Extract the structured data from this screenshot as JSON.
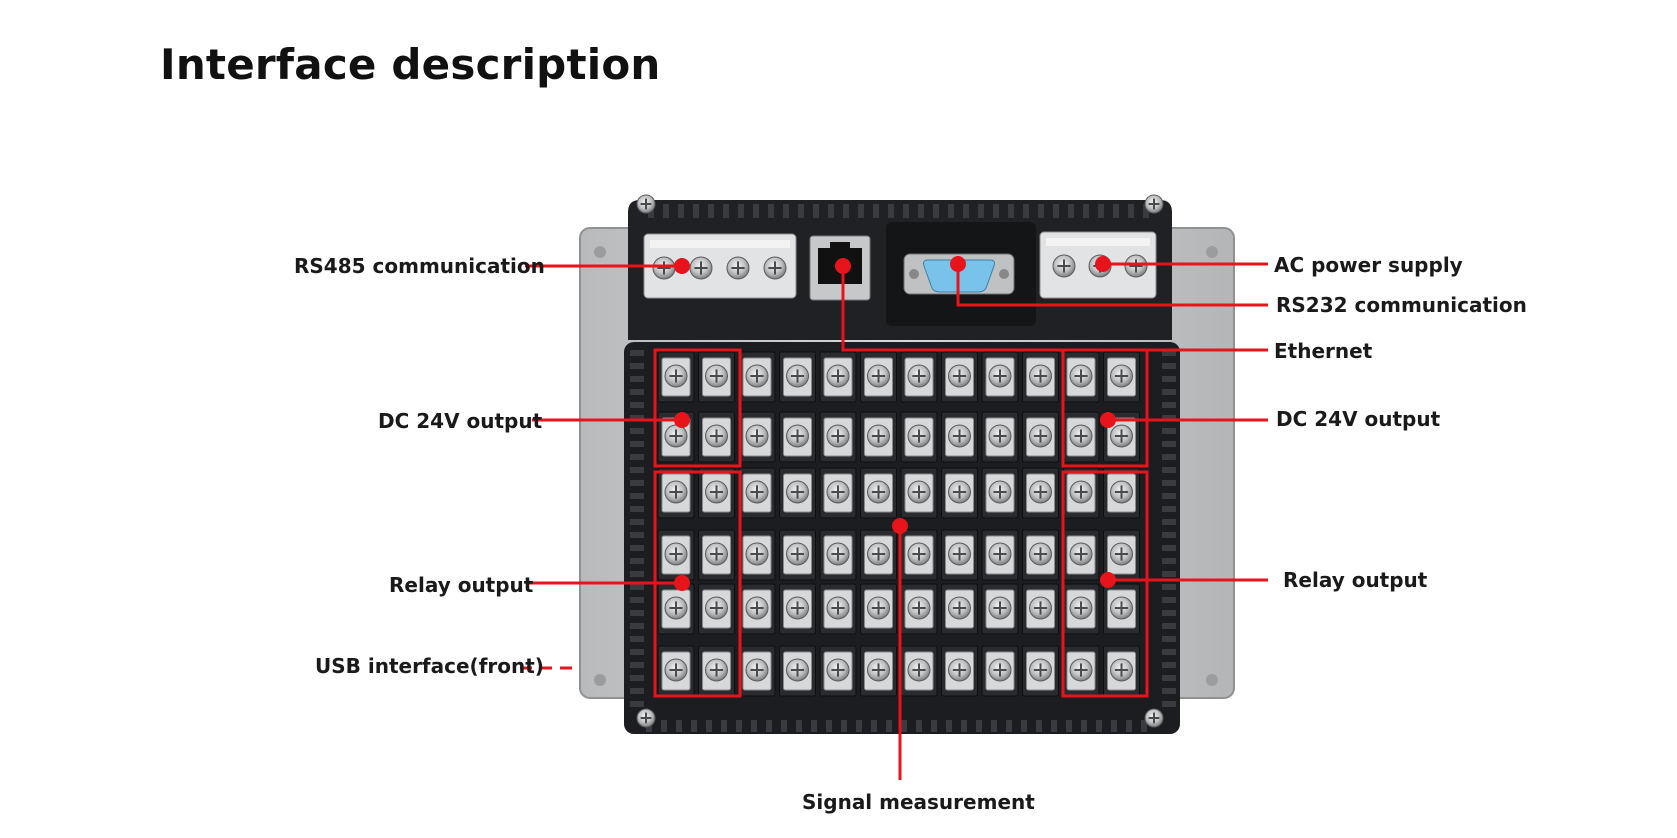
{
  "title": "Interface description",
  "labels": {
    "rs485": "RS485 communication",
    "ac_power": "AC power supply",
    "rs232": "RS232 communication",
    "ethernet": "Ethernet",
    "dc24_left": "DC 24V output",
    "dc24_right": "DC 24V output",
    "relay_left": "Relay output",
    "relay_right": "Relay output",
    "usb": "USB interface(front)",
    "signal": "Signal measurement"
  },
  "colors": {
    "callout": "#e8141b",
    "device_body": "#1c1d20",
    "panel": "#c9cbcd",
    "terminal": "#d9dadc"
  }
}
